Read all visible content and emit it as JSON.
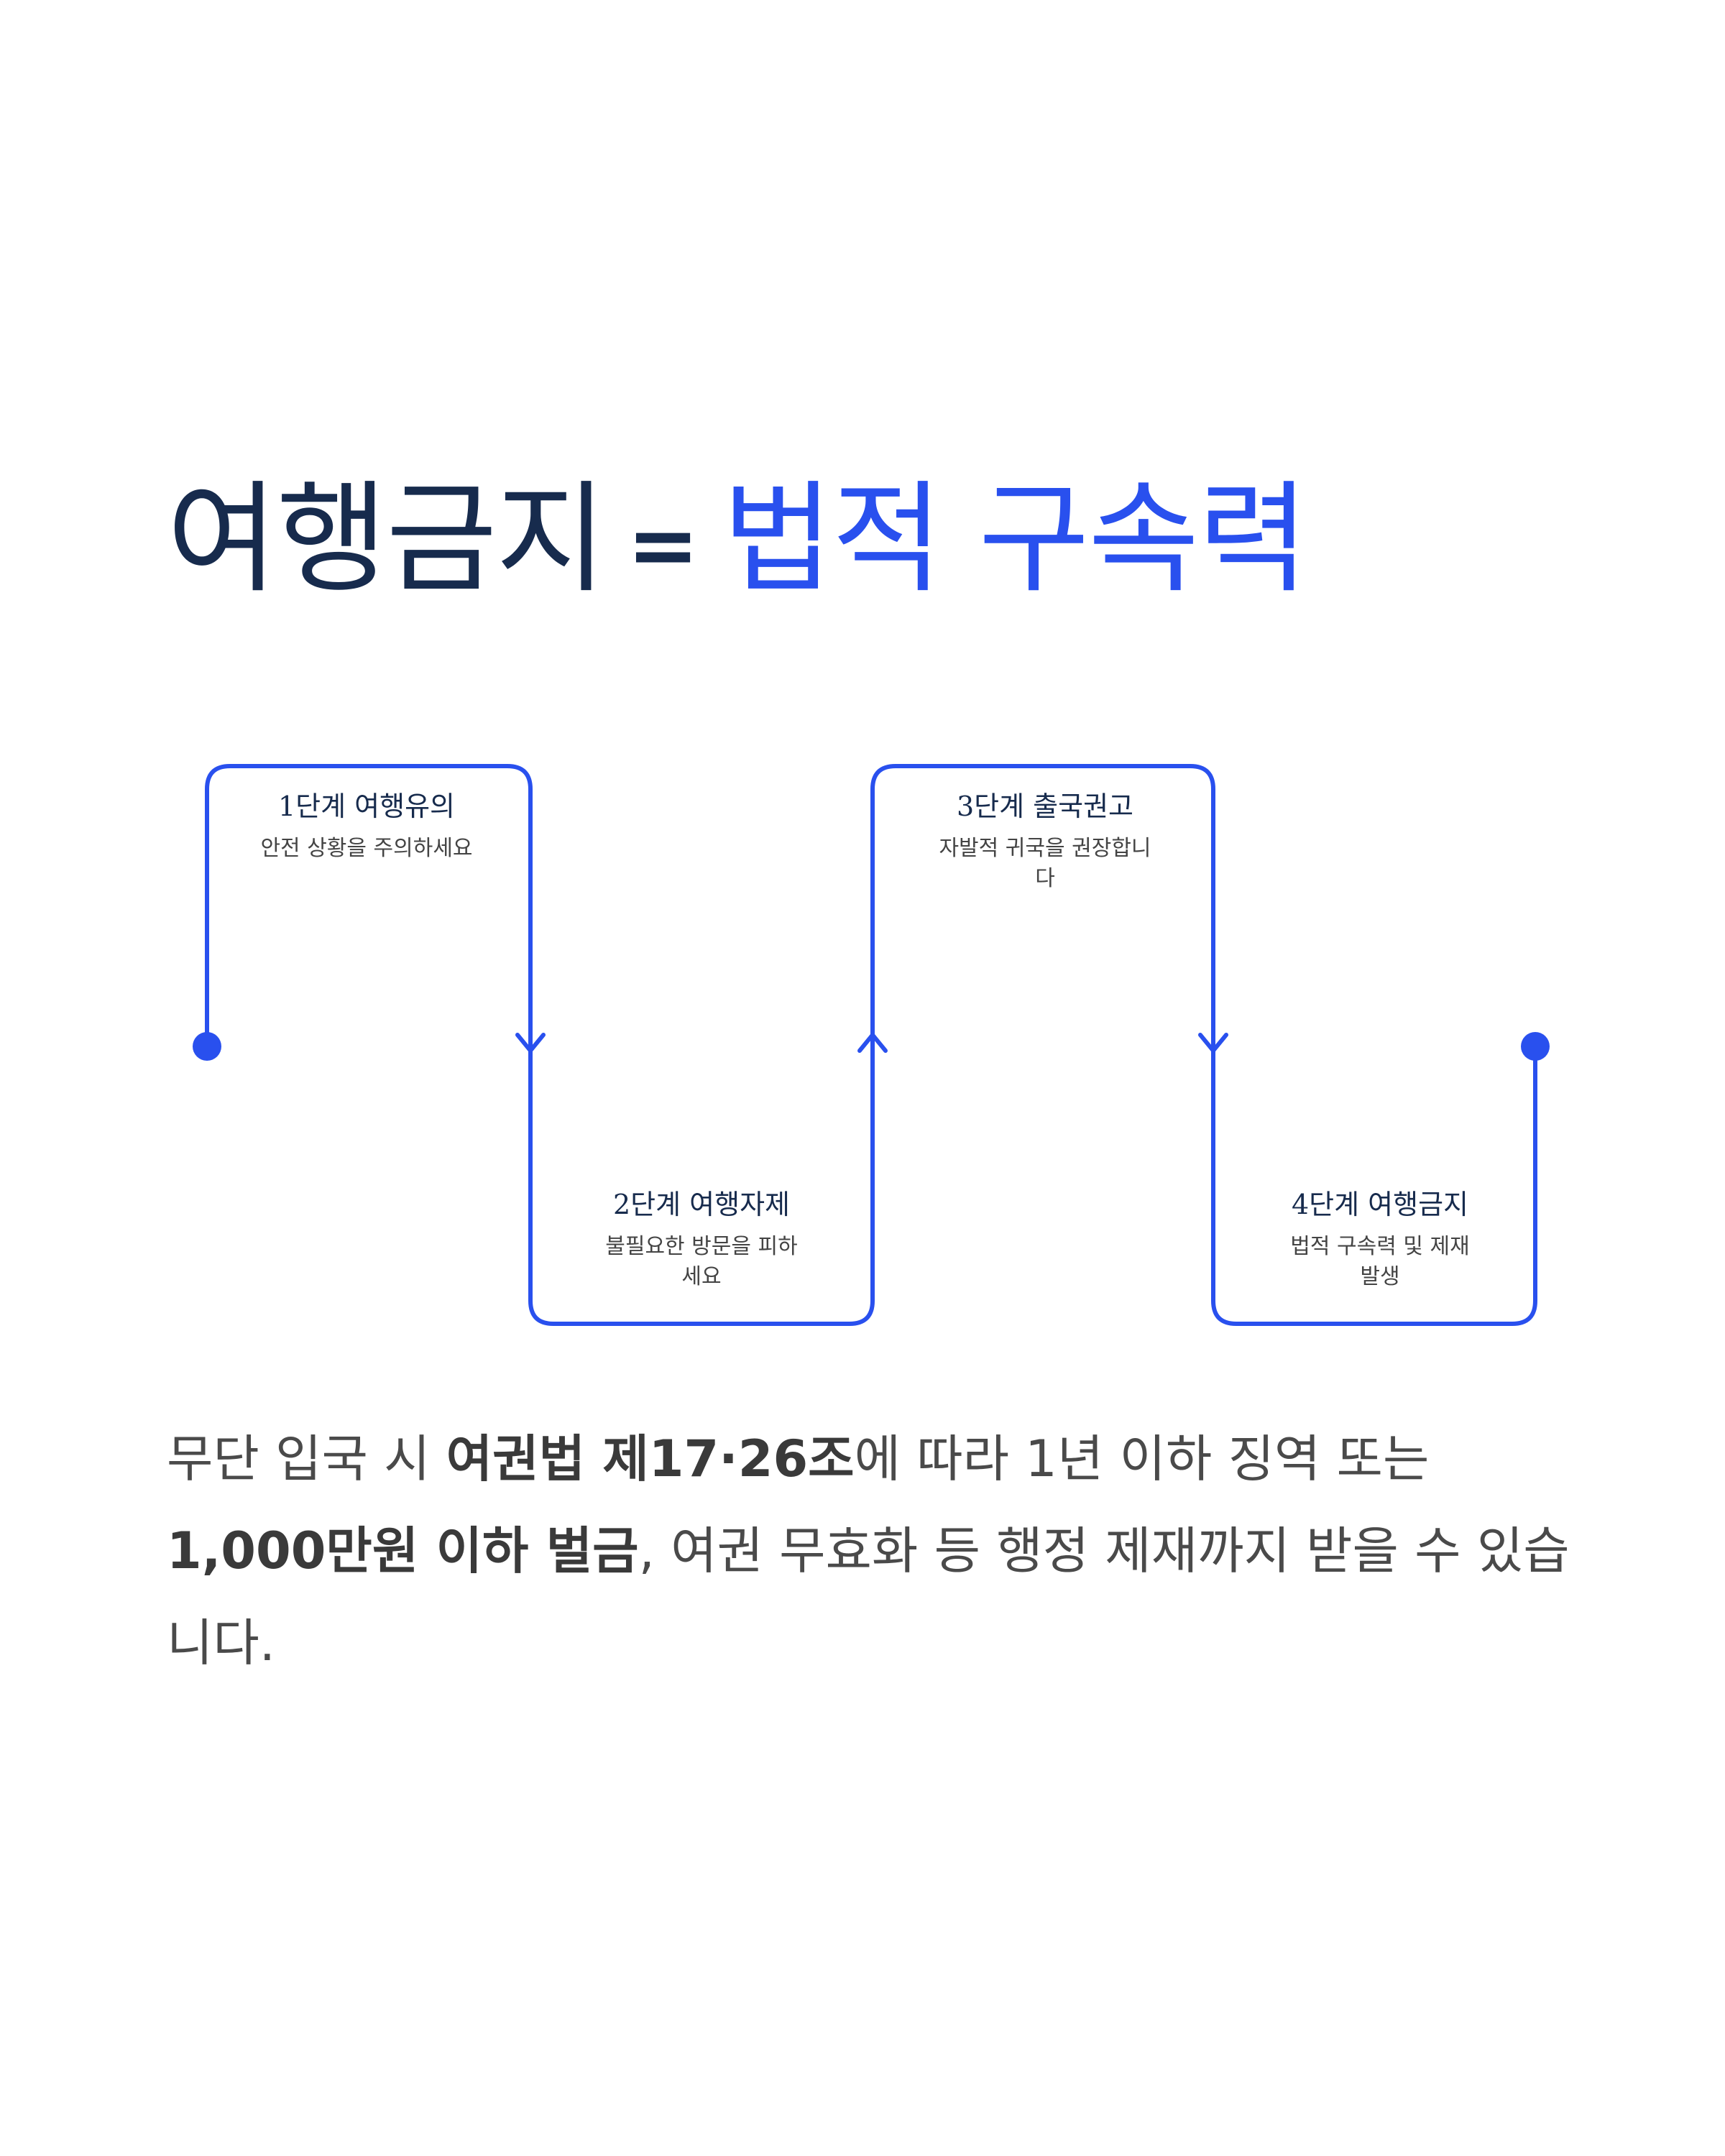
{
  "title": {
    "main": "여행금지",
    "equals": "=",
    "accent": "법적 구속력"
  },
  "colors": {
    "title_dark": "#172b4d",
    "accent_blue": "#2950ee",
    "body_gray": "#4a4a4a"
  },
  "steps": [
    {
      "title": "1단계 여행유의",
      "desc": "안전 상황을 주의하세요"
    },
    {
      "title": "2단계 여행자제",
      "desc": "불필요한 방문을 피하세요"
    },
    {
      "title": "3단계 출국권고",
      "desc": "자발적 귀국을 권장합니다"
    },
    {
      "title": "4단계 여행금지",
      "desc": "법적 구속력 및 제재 발생"
    }
  ],
  "body": {
    "p1": "무단 입국 시 ",
    "b1": "여권법 제17·26조",
    "p2": "에 따라 1년 이하 징역 또는 ",
    "b2": "1,000만원 이하 벌금",
    "p3": ", 여권 무효화 등 행정 제재까지 받을 수 있습니다."
  }
}
